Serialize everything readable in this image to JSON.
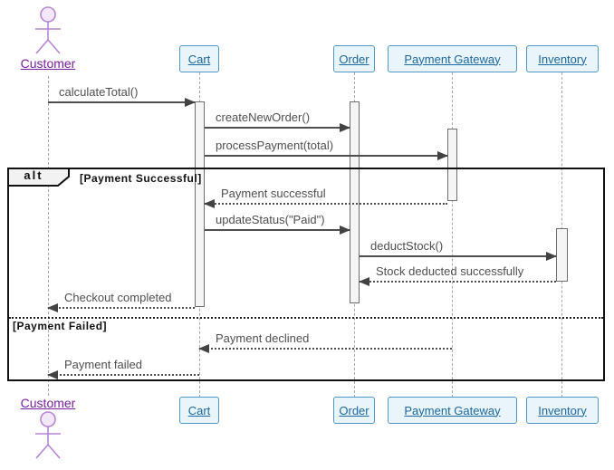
{
  "diagram": {
    "kind": "uml-sequence-diagram",
    "actor": {
      "name": "Customer"
    },
    "participants": [
      {
        "name": "Cart"
      },
      {
        "name": "Order"
      },
      {
        "name": "Payment Gateway"
      },
      {
        "name": "Inventory"
      }
    ],
    "messages": [
      {
        "label": "calculateTotal()",
        "from": "Customer",
        "to": "Cart",
        "style": "solid"
      },
      {
        "label": "createNewOrder()",
        "from": "Cart",
        "to": "Order",
        "style": "solid"
      },
      {
        "label": "processPayment(total)",
        "from": "Cart",
        "to": "Payment Gateway",
        "style": "solid"
      },
      {
        "label": "Payment successful",
        "from": "Payment Gateway",
        "to": "Cart",
        "style": "dotted"
      },
      {
        "label": "updateStatus(\"Paid\")",
        "from": "Cart",
        "to": "Order",
        "style": "solid"
      },
      {
        "label": "deductStock()",
        "from": "Order",
        "to": "Inventory",
        "style": "solid"
      },
      {
        "label": "Stock deducted successfully",
        "from": "Inventory",
        "to": "Order",
        "style": "dotted"
      },
      {
        "label": "Checkout completed",
        "from": "Cart",
        "to": "Customer",
        "style": "dotted"
      },
      {
        "label": "Payment declined",
        "from": "Payment Gateway",
        "to": "Cart",
        "style": "dotted"
      },
      {
        "label": "Payment failed",
        "from": "Cart",
        "to": "Customer",
        "style": "dotted"
      }
    ],
    "alt_frame": {
      "operator": "alt",
      "guards": [
        "[Payment Successful]",
        "[Payment Failed]"
      ]
    },
    "colors": {
      "participant_fill": "#eaf4fb",
      "participant_border": "#4e97c9",
      "participant_text": "#19679e",
      "actor_stroke": "#b685d4",
      "actor_label": "#7b1fa2",
      "message": "#4f4f4f",
      "frame_border": "#111111",
      "activation_fill": "#f5f5f5"
    }
  }
}
